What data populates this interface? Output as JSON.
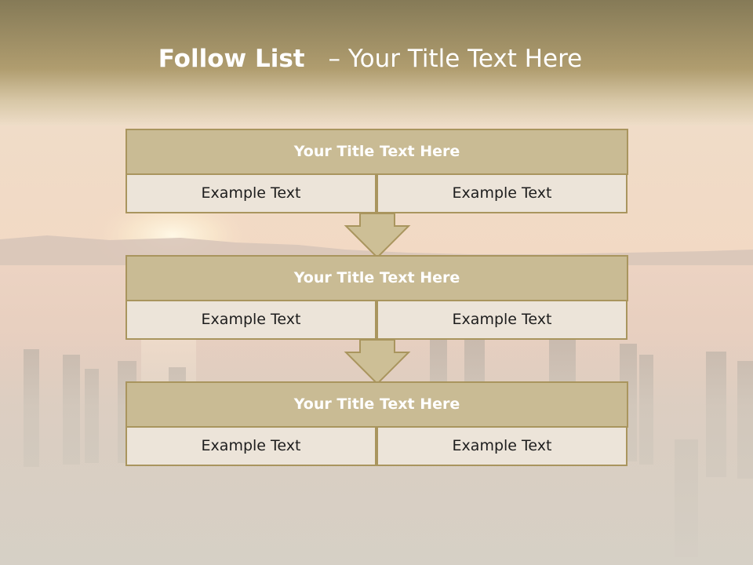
{
  "slide": {
    "title_bold": "Follow List",
    "title_separator": "–",
    "title_rest": "Your Title Text Here"
  },
  "blocks": [
    {
      "title": "Your Title Text Here",
      "left_text": "Example Text",
      "right_text": "Example Text"
    },
    {
      "title": "Your Title Text Here",
      "left_text": "Example Text",
      "right_text": "Example Text"
    },
    {
      "title": "Your Title Text Here",
      "left_text": "Example Text",
      "right_text": "Example Text"
    }
  ],
  "colors": {
    "title_bar": "#8f8055",
    "header_fill": "#c9bb94",
    "cell_fill": "#ece4d9",
    "border": "#a9955e",
    "arrow_fill": "#cdbf96"
  },
  "icons": {
    "arrow": "down-arrow-icon"
  }
}
